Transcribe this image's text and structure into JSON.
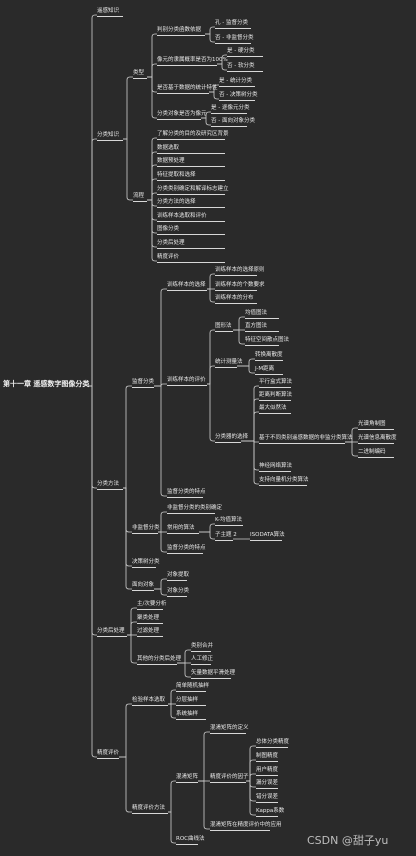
{
  "mindmap": {
    "root": "第十一章 遥感数字图像分类",
    "n1": "遥感知识",
    "n2": "分类知识",
    "n2_1": "类型",
    "n2_1_1": "判别分类函数依据",
    "n2_1_1_a": "孔 - 监督分类",
    "n2_1_1_b": "否 - 非监督分类",
    "n2_1_2": "像元的隶属概率是否为100%",
    "n2_1_2_a": "是 - 硬分类",
    "n2_1_2_b": "否 - 软分类",
    "n2_1_3": "是否基于数据的统计特性",
    "n2_1_3_a": "是 - 统计分类",
    "n2_1_3_b": "否 - 决策树分类",
    "n2_1_4": "分类对象是否为像元",
    "n2_1_4_a": "是 - 逐像元分类",
    "n2_1_4_b": "否 - 面向对象分类",
    "n2_2": "流程",
    "n2_2_items": [
      "了解分类的目的及研究区背景",
      "数据选取",
      "数据预处理",
      "特征提取和选择",
      "分类类别确定和解译标志建立",
      "分类方法的选择",
      "训练样本选取和评价",
      "图像分类",
      "分类后处理",
      "精度评价"
    ],
    "n3": "分类方法",
    "n3_1": "监督分类",
    "n3_1_1": "训练样本的选择",
    "n3_1_1_items": [
      "训练样本的选择原则",
      "训练样本的个数要求",
      "训练样本的分布"
    ],
    "n3_1_2": "训练样本的评价",
    "n3_1_2_1": "图形法",
    "n3_1_2_1_items": [
      "均值图法",
      "直方图法",
      "特征空间散点图法"
    ],
    "n3_1_2_2": "统计测量法",
    "n3_1_2_2_items": [
      "转换离散度",
      "J-M距离"
    ],
    "n3_1_2_3": "分类器的选择",
    "n3_1_2_3_items": [
      "平行盒式算法",
      "距离判断算法",
      "最大似然法"
    ],
    "n3_1_2_3_d": "基于不同类别遥感数据的非监分类算法",
    "n3_1_2_3_d_items": [
      "光谱角制图",
      "光谱信息离散度",
      "二进制编码"
    ],
    "n3_1_2_3_more": [
      "神经网络算法",
      "支持向量机分类算法"
    ],
    "n3_1_3": "监督分类的特点",
    "n3_2": "非监督分类",
    "n3_2_1": "非监督分类的类别确定",
    "n3_2_2": "常用的算法",
    "n3_2_2_items": [
      "K-均值算法",
      "子主题 2"
    ],
    "n3_2_2_sub": "ISODATA算法",
    "n3_2_3": "监督分类的特点",
    "n3_3": "决策树分类",
    "n3_4": "面向对象",
    "n3_4_items": [
      "对象提取",
      "对象分类"
    ],
    "n4": "分类后处理",
    "n4_items": [
      "主/次要分析",
      "聚类处理",
      "过滤处理"
    ],
    "n4_4": "其他的分类后处理",
    "n4_4_items": [
      "类别合并",
      "人工修正",
      "矢量数据平滑处理"
    ],
    "n5": "精度评价",
    "n5_1": "检验样本选取",
    "n5_1_items": [
      "简单随机抽样",
      "分层抽样",
      "系统抽样"
    ],
    "n5_2": "精度评价方法",
    "n5_2_1": "混淆矩阵",
    "n5_2_1_1": "混淆矩阵的定义",
    "n5_2_1_2": "精度评价的因子",
    "n5_2_1_2_items": [
      "总体分类精度",
      "制图精度",
      "用户精度",
      "漏分误差",
      "错分误差",
      "Kappa系数"
    ],
    "n5_2_1_3": "混淆矩阵在精度评价中的应用",
    "n5_2_2": "ROC曲线法"
  },
  "watermark": "CSDN @甜子yu",
  "colors": {
    "background": "#2a2a2a",
    "line": "#cfcfcf",
    "text": "#e8e8e8"
  }
}
